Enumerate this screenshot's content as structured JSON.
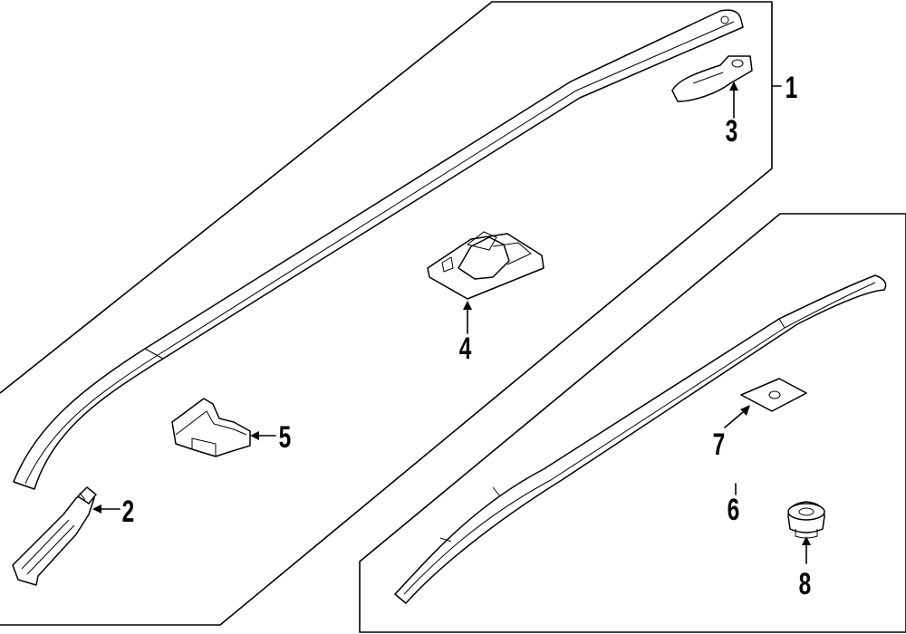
{
  "diagram": {
    "type": "exploded-parts-view",
    "callouts": {
      "c1": "1",
      "c2": "2",
      "c3": "3",
      "c4": "4",
      "c5": "5",
      "c6": "6",
      "c7": "7",
      "c8": "8"
    }
  }
}
